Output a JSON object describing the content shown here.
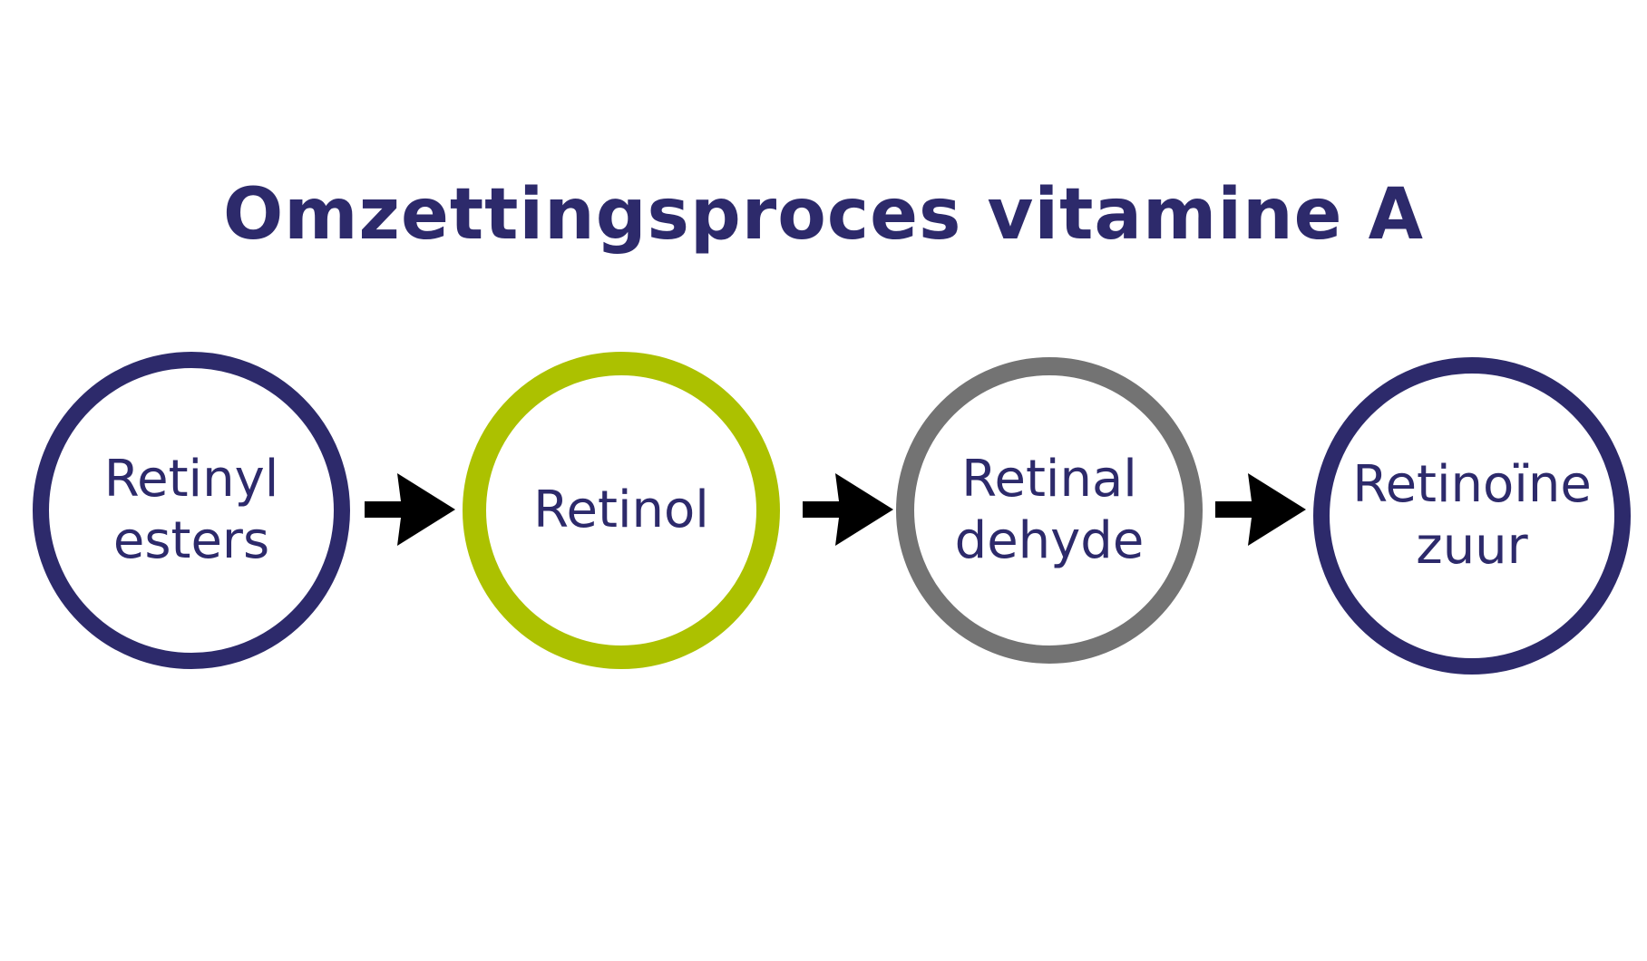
{
  "title": "Omzettingsproces vitamine A",
  "colors": {
    "text": "#2d2a6b",
    "navy": "#2d2a6b",
    "green": "#acc100",
    "gray": "#737373",
    "arrow": "#000000"
  },
  "nodes": [
    {
      "label": "Retinyl\nesters",
      "ring_color": "navy"
    },
    {
      "label": "Retinol",
      "ring_color": "green"
    },
    {
      "label": "Retinal\ndehyde",
      "ring_color": "gray"
    },
    {
      "label": "Retinoïne\nzuur",
      "ring_color": "navy"
    }
  ]
}
